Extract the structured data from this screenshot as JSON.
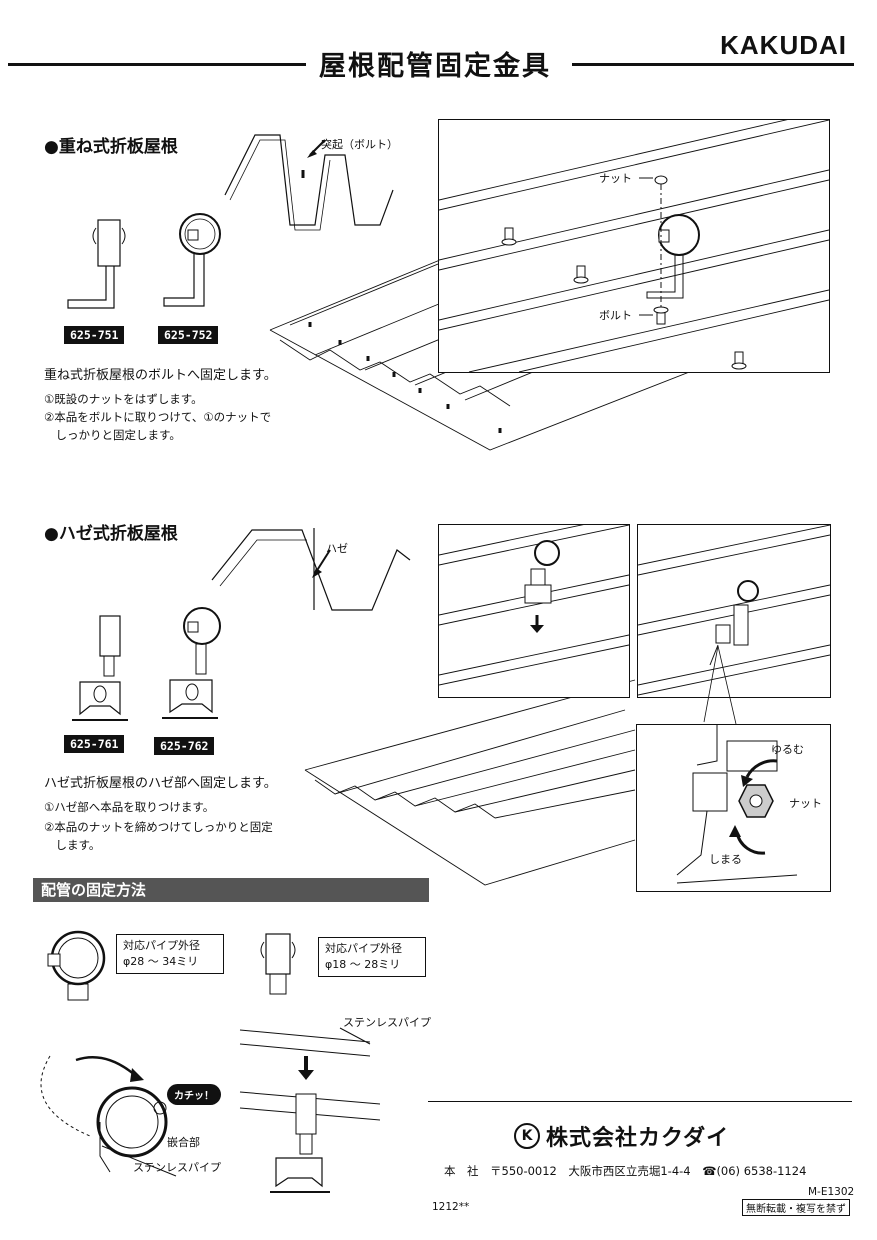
{
  "header": {
    "title": "屋根配管固定金具",
    "brand": "KAKUDAI"
  },
  "section1": {
    "heading": "●重ね式折板屋根",
    "callout_bolt": "突起（ボルト）",
    "codes": [
      "625-751",
      "625-752"
    ],
    "desc": "重ね式折板屋根のボルトへ固定します。",
    "steps": [
      "①既設のナットをはずします。",
      "②本品をボルトに取りつけて、①のナットで",
      "　しっかりと固定します。"
    ],
    "detail_labels": {
      "nut": "ナット",
      "bolt": "ボルト"
    }
  },
  "section2": {
    "heading": "●ハゼ式折板屋根",
    "callout_haze": "ハゼ",
    "codes": [
      "625-761",
      "625-762"
    ],
    "desc": "ハゼ式折板屋根のハゼ部へ固定します。",
    "steps": [
      "①ハゼ部へ本品を取りつけます。",
      "②本品のナットを締めつけてしっかりと固定",
      "　します。"
    ],
    "detail_labels": {
      "loosen": "ゆるむ",
      "nut": "ナット",
      "tighten": "しまる"
    }
  },
  "section3": {
    "heading": "配管の固定方法",
    "spec1": {
      "line1": "対応パイプ外径",
      "line2": "φ28 〜 34ミリ"
    },
    "spec2": {
      "line1": "対応パイプ外径",
      "line2": "φ18 〜 28ミリ"
    },
    "pipe_label": "ステンレスパイプ",
    "click_label": "カチッ！",
    "fitting_label": "嵌合部",
    "pipe_label2": "ステンレスパイプ"
  },
  "footer": {
    "company": "株式会社カクダイ",
    "address": "本　社　〒550-0012　大阪市西区立売堀1-4-4　☎(06) 6538-1124",
    "doc_code": "M-E1302",
    "notice": "無断転載・複写を禁ず",
    "date_code": "1212**"
  }
}
